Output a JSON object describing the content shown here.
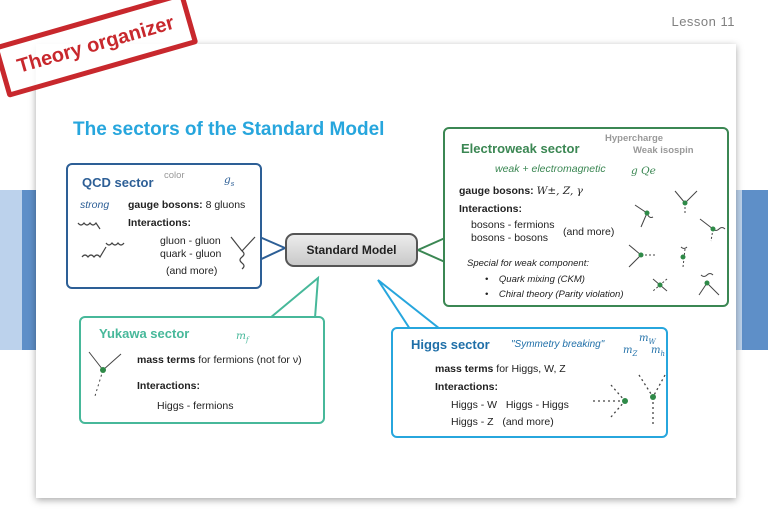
{
  "header": {
    "lesson": "Lesson 11",
    "stamp": "Theory organizer"
  },
  "title": "The sectors of the Standard Model",
  "center": {
    "label": "Standard Model"
  },
  "qcd": {
    "title": "QCD sector",
    "color_label": "color",
    "coupling": "g",
    "strong": "strong",
    "gauge_label": "gauge bosons:",
    "gauge_value": " 8 gluons",
    "interactions_label": "Interactions:",
    "interactions": [
      "gluon - gluon",
      "quark - gluon",
      "(and more)"
    ]
  },
  "electroweak": {
    "title": "Electroweak sector",
    "hypercharge": "Hypercharge",
    "weak_isospin": "Weak isospin",
    "sub": "weak + electromagnetic",
    "couplings": "g    Qe",
    "gauge_label": "gauge bosons:",
    "gauge_value": "W±, Z, γ",
    "interactions_label": "Interactions:",
    "interactions": [
      "bosons - fermions",
      "bosons - bosons"
    ],
    "and_more": "(and more)",
    "special": "Special for weak component:",
    "bullets": [
      "Quark mixing (CKM)",
      "Chiral theory (Parity violation)"
    ]
  },
  "yukawa": {
    "title": "Yukawa sector",
    "coupling": "m",
    "mass_bold": "mass terms",
    "mass_rest": " for fermions (not for ν)",
    "interactions_label": "Interactions:",
    "interaction": "Higgs - fermions"
  },
  "higgs": {
    "title": "Higgs sector",
    "tag": "\"Symmetry breaking\"",
    "masses": [
      "m",
      "m",
      "m"
    ],
    "mass_bold": "mass terms",
    "mass_rest": " for Higgs, W, Z",
    "interactions_label": "Interactions:",
    "rows": [
      "Higgs - W   Higgs - Higgs",
      "Higgs - Z   (and more)"
    ]
  },
  "colors": {
    "title": "#27a6dd",
    "qcd": "#2d5f96",
    "electroweak": "#3b8753",
    "yukawa": "#47b89a",
    "higgs": "#27a6dd",
    "stamp": "#c8282d",
    "bar_dark": "#5e8fc8",
    "bar_light": "#bcd2ec"
  }
}
